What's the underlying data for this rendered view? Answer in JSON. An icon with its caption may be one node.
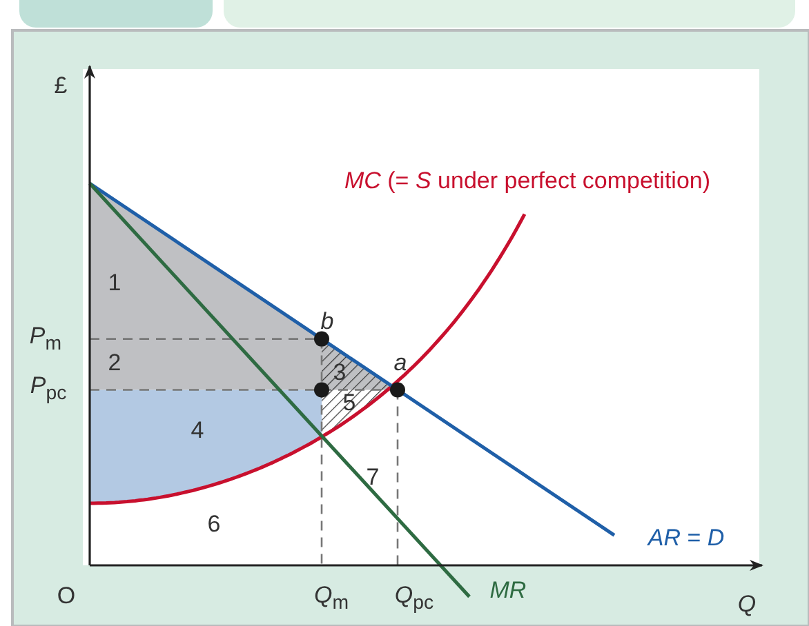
{
  "diagram": {
    "labels": [
      "£",
      "MC (= S under perfect competition)",
      "1",
      "*P*$_{m}$",
      "b",
      "2",
      "a",
      "3",
      "*P*$_{pc}$",
      "5",
      "4",
      "7",
      "6",
      "*AR* = *D*",
      "O",
      "*Q*$_{m}$",
      "*Q*$_{pc}$",
      "MR",
      "*Q*"
    ]
  }
}
